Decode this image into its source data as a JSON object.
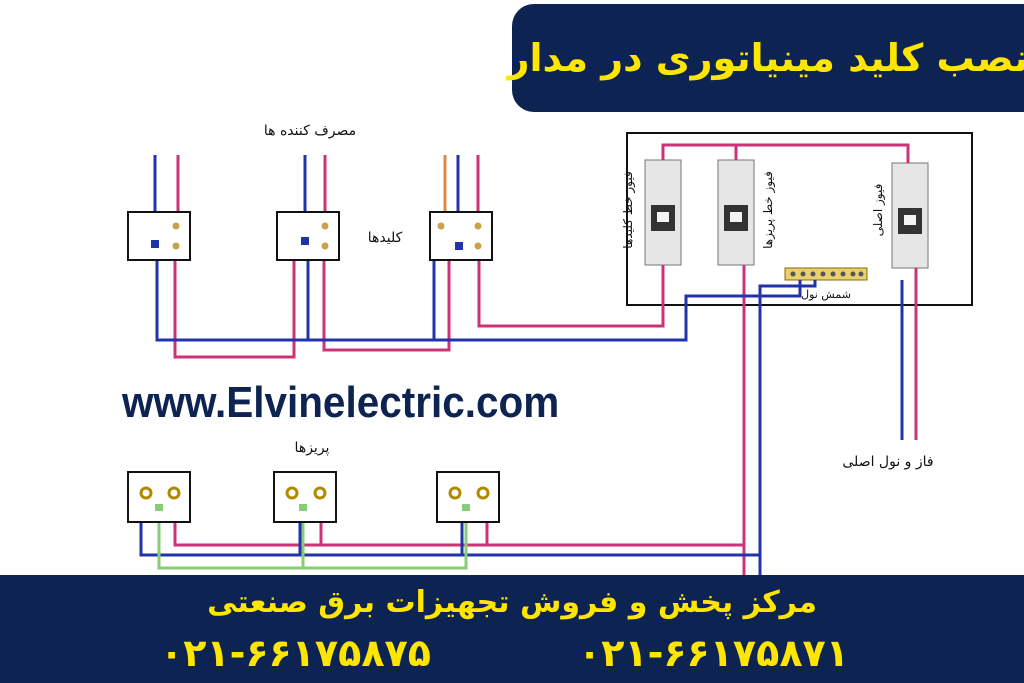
{
  "title": "نصب کلید مینیاتوری در مدار",
  "labels": {
    "consumers": "مصرف کننده ها",
    "switches": "کلیدها",
    "outlets": "پریزها",
    "main_fuse": "فیوز اصلی",
    "switch_line_fuse": "فیوز خط کلیدها",
    "outlet_line_fuse": "فیوز خط پریزها",
    "neutral_busbar": "شمش نول",
    "main_phase_neutral": "فاز و نول اصلی"
  },
  "website": "www.Elvinelectric.com",
  "footer": {
    "company": "مرکز پخش و فروش تجهیزات برق صنعتی",
    "phone_1": "۰۲۱-۶۶۱۷۵۸۷۵",
    "phone_2": "۰۲۱-۶۶۱۷۵۸۷۱"
  },
  "colors": {
    "navy": "#0d2452",
    "yellow": "#ffe600",
    "phase_wire": "#cc3377",
    "neutral_wire": "#2233aa",
    "earth_wire": "#88cc77",
    "switch_wire": "#dd8844"
  }
}
